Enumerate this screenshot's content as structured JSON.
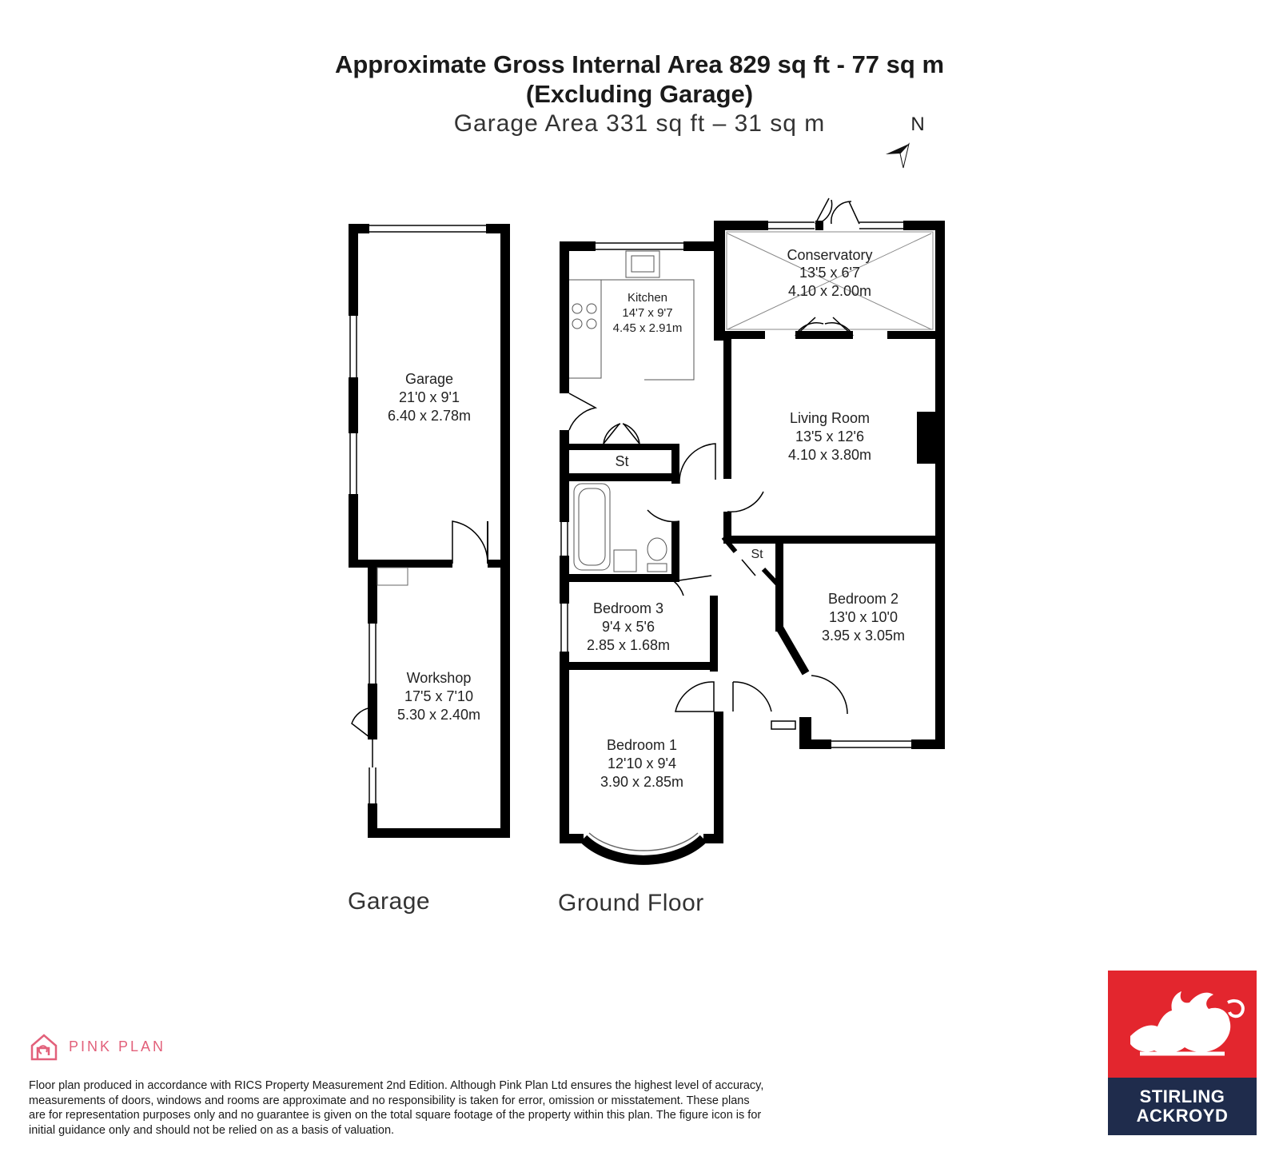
{
  "header": {
    "line1": "Approximate Gross Internal Area 829 sq ft - 77 sq m",
    "line2": "(Excluding Garage)",
    "line3": "Garage Area 331 sq ft – 31 sq m"
  },
  "compass": {
    "label": "N"
  },
  "rooms": {
    "garage": {
      "name": "Garage",
      "imperial": "21'0 x 9'1",
      "metric": "6.40 x 2.78m"
    },
    "workshop": {
      "name": "Workshop",
      "imperial": "17'5 x 7'10",
      "metric": "5.30 x 2.40m"
    },
    "kitchen": {
      "name": "Kitchen",
      "imperial": "14'7 x 9'7",
      "metric": "4.45 x 2.91m"
    },
    "conservatory": {
      "name": "Conservatory",
      "imperial": "13'5 x 6'7",
      "metric": "4.10 x 2.00m"
    },
    "living_room": {
      "name": "Living Room",
      "imperial": "13'5 x 12'6",
      "metric": "4.10 x 3.80m"
    },
    "bedroom1": {
      "name": "Bedroom 1",
      "imperial": "12'10 x 9'4",
      "metric": "3.90 x 2.85m"
    },
    "bedroom2": {
      "name": "Bedroom 2",
      "imperial": "13'0 x 10'0",
      "metric": "3.95 x 3.05m"
    },
    "bedroom3": {
      "name": "Bedroom 3",
      "imperial": "9'4 x 5'6",
      "metric": "2.85 x 1.68m"
    },
    "store1": {
      "name": "St"
    },
    "store2": {
      "name": "St"
    }
  },
  "floors": {
    "garage": "Garage",
    "ground": "Ground Floor"
  },
  "footer": {
    "brand": "PINK PLAN",
    "disclaimer": "Floor plan produced in accordance with RICS Property Measurement 2nd Edition. Although Pink Plan Ltd ensures the highest level of accuracy, measurements of doors, windows and rooms are approximate and no responsibility is taken for error, omission or misstatement. These plans are for representation purposes only and no guarantee is given on the total square footage of the property within this plan. The figure icon is for initial guidance only and should not be relied on as a basis of valuation.",
    "agent_line1": "STIRLING",
    "agent_line2": "ACKROYD"
  },
  "colors": {
    "wall": "#000000",
    "pink": "#e2607a",
    "agent_red": "#e3262e",
    "agent_navy": "#1f2c4c"
  }
}
